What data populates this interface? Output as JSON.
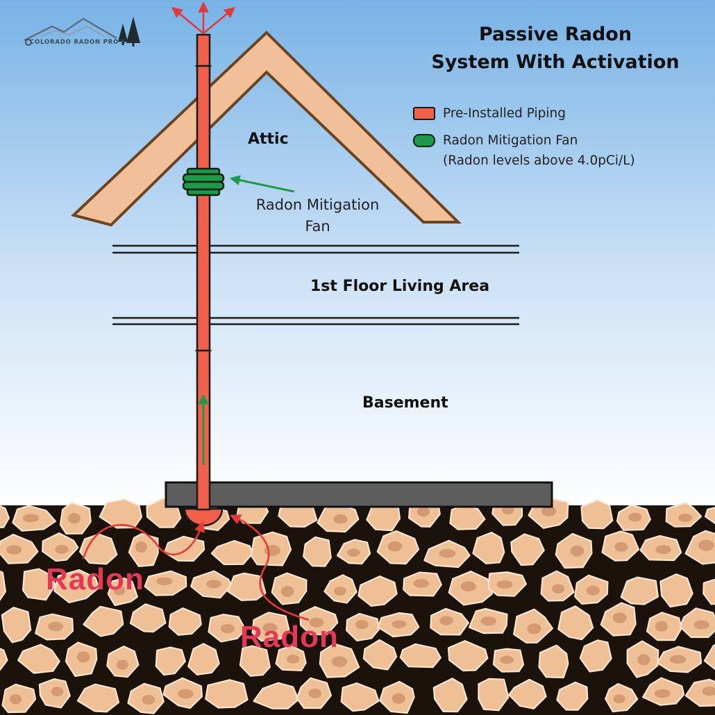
{
  "title": {
    "line1": "Passive Radon",
    "line2": "System With Activation"
  },
  "brand": {
    "name": "COLORADO RADON PRO'S"
  },
  "legend": {
    "piping_label": "Pre-Installed Piping",
    "fan_label": "Radon Mitigation Fan",
    "fan_note": "(Radon levels above 4.0pCi/L)"
  },
  "rooms": {
    "attic": "Attic",
    "first_floor": "1st Floor Living Area",
    "basement": "Basement"
  },
  "fan_label": {
    "line1": "Radon Mitigation",
    "line2": "Fan"
  },
  "radon_labels": [
    "Radon",
    "Radon"
  ],
  "colors": {
    "sky_top": "#78b3e6",
    "sky_bottom": "#ffffff",
    "pipe": "#f0604a",
    "fan": "#1c9a4a",
    "roof": "#f1c098",
    "roof_outline": "#6a4421",
    "radon_text": "#e23a56",
    "slab": "#5d5d5d",
    "soil_cell": "#efbf96",
    "soil_line": "#1b120c"
  }
}
